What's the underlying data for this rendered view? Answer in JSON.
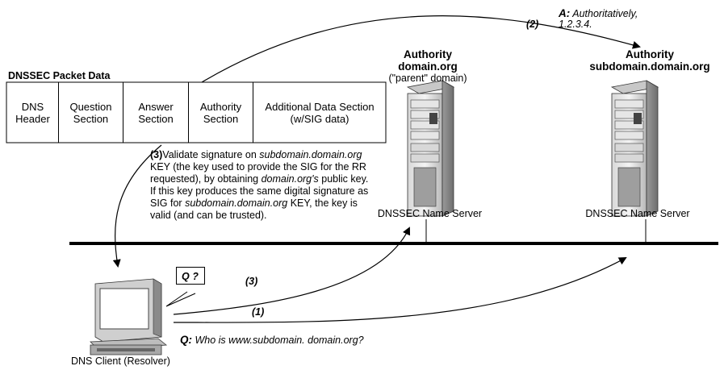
{
  "diagram": {
    "answer": {
      "prefix": "A:",
      "text_line1": "Authoritatively,",
      "text_line2": "1.2.3.4."
    },
    "step2_label": "(2)",
    "step3_label": "(3)",
    "step1_label": "(1)",
    "packet": {
      "title": "DNSSEC Packet Data",
      "cells": [
        {
          "line1": "DNS",
          "line2": "Header"
        },
        {
          "line1": "Question",
          "line2": "Section"
        },
        {
          "line1": "Answer",
          "line2": "Section"
        },
        {
          "line1": "Authority",
          "line2": "Section"
        },
        {
          "line1": "Additional Data Section",
          "line2": "(w/SIG data)"
        }
      ]
    },
    "parent_server": {
      "heading1": "Authority",
      "heading2": "domain.org",
      "subtitle": "(\"parent\" domain)",
      "label": "DNSSEC Name Server"
    },
    "sub_server": {
      "heading1": "Authority",
      "heading2": "subdomain.domain.org",
      "label": "DNSSEC Name Server"
    },
    "validate": {
      "step": "(3)",
      "l1a": "Validate signature on ",
      "l1b": "subdomain.domain.org",
      "l2": "KEY (the key used to provide the SIG for the RR",
      "l3": "requested), by obtaining ",
      "l3b": "domain.org's",
      "l3c": " public key.",
      "l4": "If this key produces the same digital signature as",
      "l5a": "SIG for ",
      "l5b": "subdomain.domain.org",
      "l5c": " KEY, the key is",
      "l6": "valid (and can be trusted)."
    },
    "query_box": "Q ?",
    "question": {
      "prefix": "Q:",
      "text": "Who is www.subdomain. domain.org?"
    },
    "client_label": "DNS Client (Resolver)"
  }
}
